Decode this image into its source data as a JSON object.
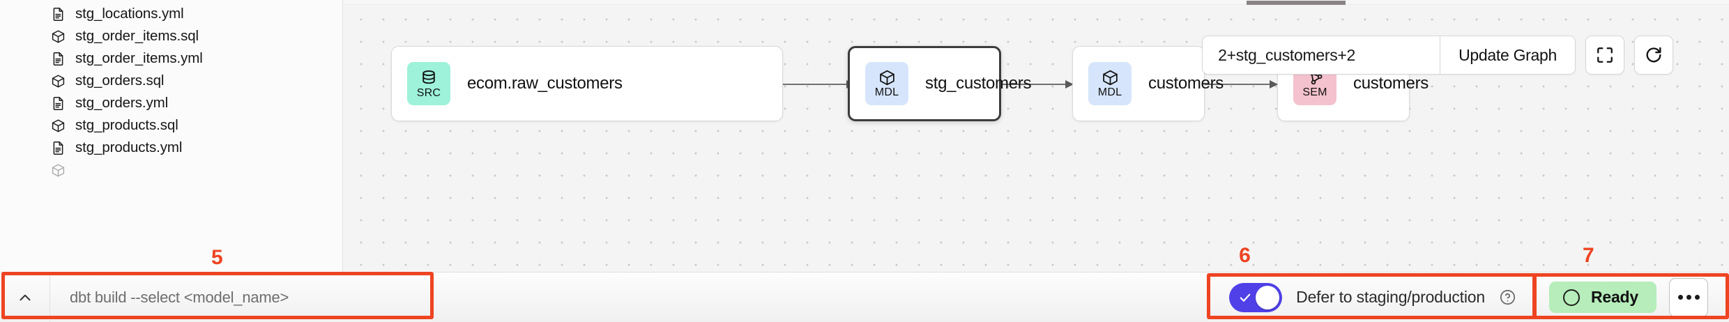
{
  "sidebar": {
    "files": [
      {
        "label": "stg_locations.yml",
        "icon": "yml-file-icon",
        "type": "yml"
      },
      {
        "label": "stg_order_items.sql",
        "icon": "sql-model-icon",
        "type": "sql"
      },
      {
        "label": "stg_order_items.yml",
        "icon": "yml-file-icon",
        "type": "yml"
      },
      {
        "label": "stg_orders.sql",
        "icon": "sql-model-icon",
        "type": "sql"
      },
      {
        "label": "stg_orders.yml",
        "icon": "yml-file-icon",
        "type": "yml"
      },
      {
        "label": "stg_products.sql",
        "icon": "sql-model-icon",
        "type": "sql"
      },
      {
        "label": "stg_products.yml",
        "icon": "yml-file-icon",
        "type": "yml"
      }
    ]
  },
  "toolbar": {
    "selector_value": "2+stg_customers+2",
    "selector_placeholder": "2+stg_customers+2",
    "update_graph_label": "Update Graph",
    "fit_view_icon": "expand-fullscreen-icon",
    "refresh_icon": "refresh-icon"
  },
  "graph": {
    "nodes": [
      {
        "id": "src-ecom-raw-customers",
        "badge": "SRC",
        "badge_icon": "database-icon",
        "badge_color": "#9df2d9",
        "title": "ecom.raw_customers",
        "selected": false
      },
      {
        "id": "mdl-stg-customers",
        "badge": "MDL",
        "badge_icon": "cube-icon",
        "badge_color": "#d6e5fb",
        "title": "stg_customers",
        "selected": true
      },
      {
        "id": "mdl-customers",
        "badge": "MDL",
        "badge_icon": "cube-icon",
        "badge_color": "#d6e5fb",
        "title": "customers",
        "selected": false
      },
      {
        "id": "sem-customers",
        "badge": "SEM",
        "badge_icon": "semantic-graph-icon",
        "badge_color": "#f4c2ce",
        "title": "customers",
        "selected": false
      }
    ]
  },
  "command_bar": {
    "caret_icon": "chevron-up-icon",
    "placeholder": "dbt build --select <model_name>",
    "value": ""
  },
  "status_bar": {
    "defer_toggle": {
      "label": "Defer to staging/production",
      "enabled": true,
      "help_icon": "help-circle-icon"
    },
    "status": {
      "label": "Ready",
      "color": "#b6edba",
      "indicator_icon": "circle-icon"
    },
    "more_icon": "ellipsis-icon"
  },
  "annotations": [
    {
      "number": "5"
    },
    {
      "number": "6"
    },
    {
      "number": "7"
    }
  ],
  "colors": {
    "annotation": "#ee4422",
    "toggle_on": "#5040e8",
    "status_ready": "#b6edba",
    "badge_src": "#9df2d9",
    "badge_mdl": "#d6e5fb",
    "badge_sem": "#f4c2ce"
  }
}
